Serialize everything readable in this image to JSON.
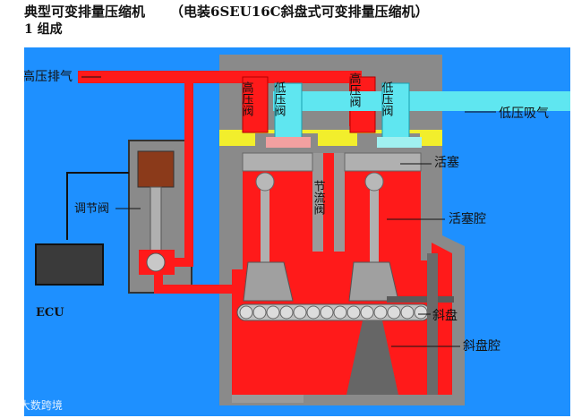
{
  "page": {
    "title": "典型可变排量压缩机",
    "subtitle": "（电装6SEU16C斜盘式可变排量压缩机）",
    "section": "1 组成"
  },
  "diagram": {
    "labels": {
      "high_pressure_exhaust": "高压排气",
      "low_pressure_intake": "低压吸气",
      "regulating_valve": "调节阀",
      "ecu": "ECU",
      "high_pressure_valve": "高压阀",
      "low_pressure_valve": "低压阀",
      "throttle_valve": "节流阀",
      "piston": "活塞",
      "piston_chamber": "活塞腔",
      "swash_plate": "斜盘",
      "swash_plate_chamber": "斜盘腔"
    },
    "colors": {
      "background": "#1e90ff",
      "high_pressure": "#ff1a1a",
      "low_pressure": "#5fe6f0",
      "housing": "#8a8a8a",
      "valve_plate": "#f2ee2c",
      "ecu": "#3a3a3a",
      "regulator": "#8b3a1a"
    }
  },
  "watermark": "大数跨境"
}
